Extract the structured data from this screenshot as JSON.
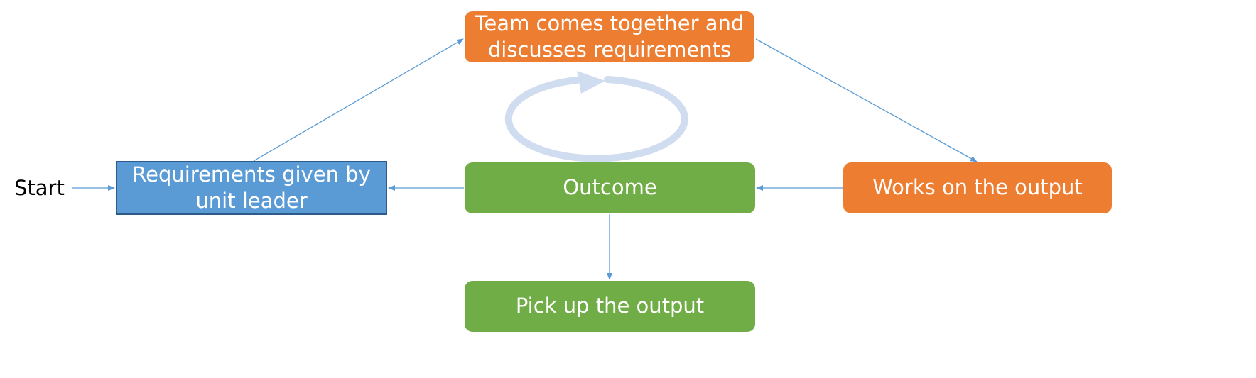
{
  "diagram": {
    "start_label": "Start",
    "nodes": {
      "requirements": {
        "label": "Requirements given by unit leader",
        "color": "#5b9bd5"
      },
      "team": {
        "label": "Team comes together and discusses requirements",
        "color": "#ed7d31"
      },
      "outcome": {
        "label": "Outcome",
        "color": "#70ad47"
      },
      "works": {
        "label": "Works on the output",
        "color": "#ed7d31"
      },
      "pickup": {
        "label": "Pick up the output",
        "color": "#70ad47"
      }
    },
    "edges": [
      {
        "from": "start",
        "to": "requirements"
      },
      {
        "from": "requirements",
        "to": "team"
      },
      {
        "from": "team",
        "to": "works"
      },
      {
        "from": "works",
        "to": "outcome"
      },
      {
        "from": "outcome",
        "to": "requirements"
      },
      {
        "from": "outcome",
        "to": "pickup"
      }
    ],
    "colors": {
      "arrow": "#5b9bd5",
      "cycle_icon": "#d0dcef",
      "requirements_border": "#2e5c8a"
    },
    "icons": [
      "cycle-icon"
    ]
  }
}
